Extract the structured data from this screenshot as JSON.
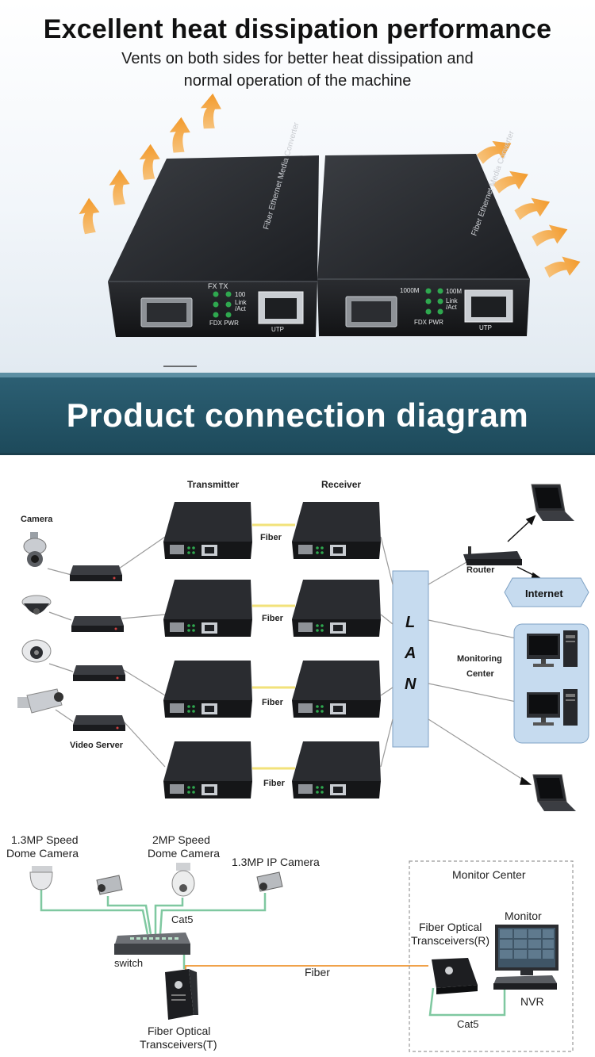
{
  "heat": {
    "title": "Excellent heat dissipation performance",
    "subtitle_line1": "Vents on both sides for better heat dissipation and",
    "subtitle_line2": "normal operation of the machine",
    "device_left": {
      "side_text": "Fiber Ethernet Media Converter",
      "leds_top": "FX TX",
      "led_100": "100",
      "led_link": "Link",
      "led_act": "/Act",
      "leds_bottom": "FDX PWR",
      "port": "UTP"
    },
    "device_right": {
      "side_text": "Fiber Ethernet Media Converter",
      "led_1000": "1000M",
      "led_100": "100M",
      "led_link": "Link",
      "led_act": "/Act",
      "leds_bottom": "FDX PWR",
      "port": "UTP"
    },
    "arrow_color": "#f4a53a"
  },
  "banner": {
    "title": "Product connection diagram",
    "color": "#245466"
  },
  "diagram1": {
    "col_transmitter": "Transmitter",
    "col_receiver": "Receiver",
    "camera_label": "Camera",
    "video_server_label": "Video Server",
    "fiber_labels": [
      "Fiber",
      "Fiber",
      "Fiber",
      "Fiber"
    ],
    "lan_letters": [
      "L",
      "A",
      "N"
    ],
    "router_label": "Router",
    "internet_label": "Internet",
    "monitoring_line1": "Monitoring",
    "monitoring_line2": "Center",
    "fiber_color": "#f2e27a",
    "lan_color": "#c6dbef",
    "internet_color": "#c6dbef"
  },
  "diagram2": {
    "cam1_line1": "1.3MP Speed",
    "cam1_line2": "Dome Camera",
    "cam2_line1": "2MP Speed",
    "cam2_line2": "Dome Camera",
    "cam3_label": "1.3MP IP Camera",
    "cat5_top": "Cat5",
    "switch_label": "switch",
    "fiber_label": "Fiber",
    "tx_line1": "Fiber Optical",
    "tx_line2": "Transceivers(T)",
    "monitor_center": "Monitor Center",
    "rx_line1": "Fiber Optical",
    "rx_line2": "Transceivers(R)",
    "monitor_label": "Monitor",
    "nvr_label": "NVR",
    "cat5_bottom": "Cat5",
    "fiber_line_color": "#f0a24a",
    "cat5_line_color": "#7fc8a0"
  }
}
